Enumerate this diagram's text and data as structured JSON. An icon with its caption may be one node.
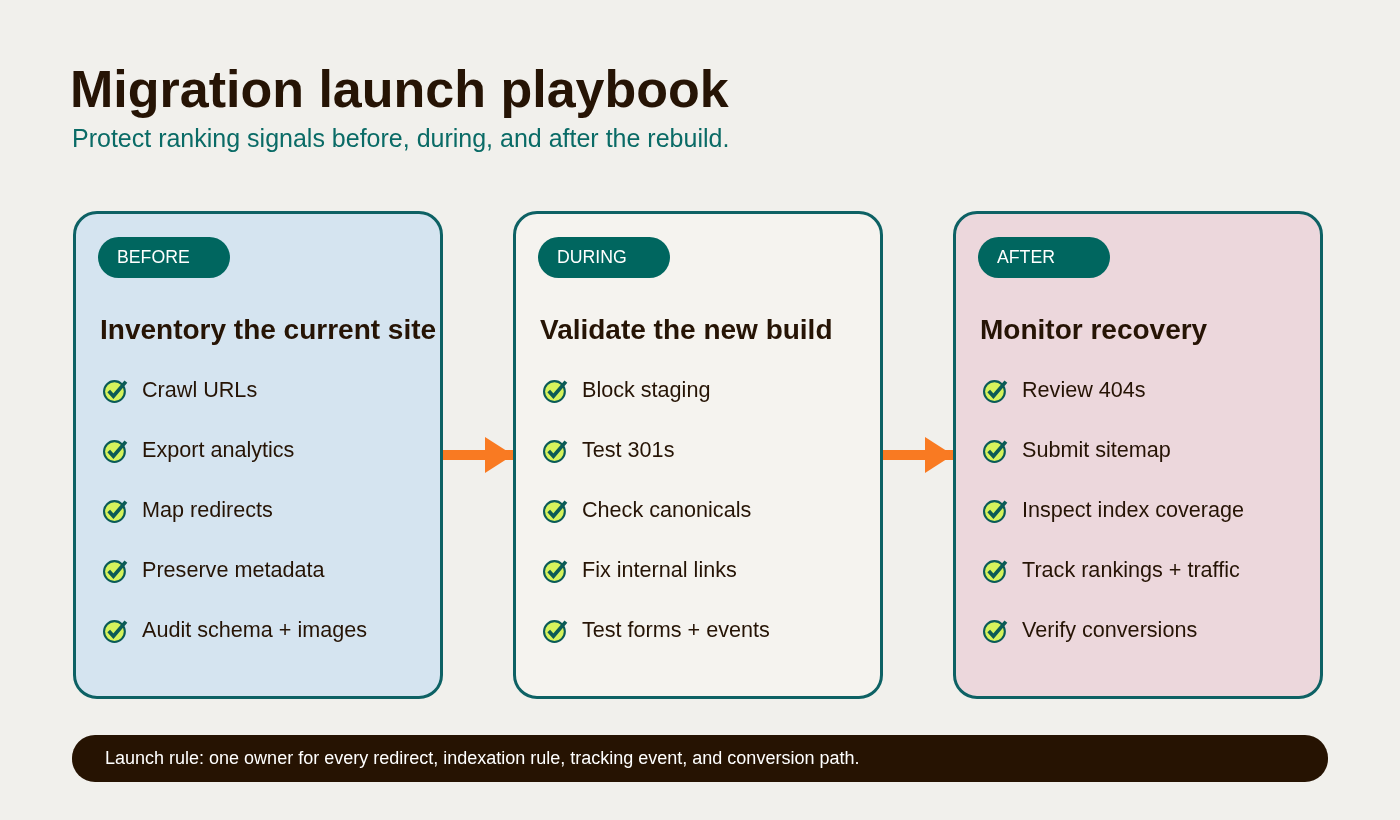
{
  "diagram": {
    "title": "Migration launch playbook",
    "nodes": [
      {
        "text": [
          "Inventory the current site",
          "Crawl URLs",
          "Export analytics",
          "Map redirects",
          "Preserve metadata",
          "Audit schema + images"
        ]
      },
      {
        "text": [
          "BEFORE"
        ],
        "in": 0
      },
      {
        "text": [
          "Validate the new build",
          "Block staging",
          "Test 301s",
          "Check canonicals",
          "Fix internal links",
          "Test forms + events"
        ]
      },
      {
        "text": [
          "DURING"
        ],
        "in": 2
      },
      {
        "text": [
          "Monitor recovery",
          "Review 404s",
          "Submit sitemap",
          "Inspect index coverage",
          "Track rankings + traffic",
          "Verify conversions"
        ]
      },
      {
        "text": [
          "AFTER"
        ],
        "in": 4
      },
      {
        "text": [
          "Launch rule: one owner for every redirect, indexation rule, tracking event, and conversion path."
        ]
      }
    ],
    "edges": [
      {
        "from": 0,
        "to": 2,
        "arrow": "to"
      },
      {
        "from": 2,
        "to": 4,
        "arrow": "to"
      }
    ],
    "labels": [
      "Protect ranking signals before, during, and after the rebuild."
    ]
  }
}
